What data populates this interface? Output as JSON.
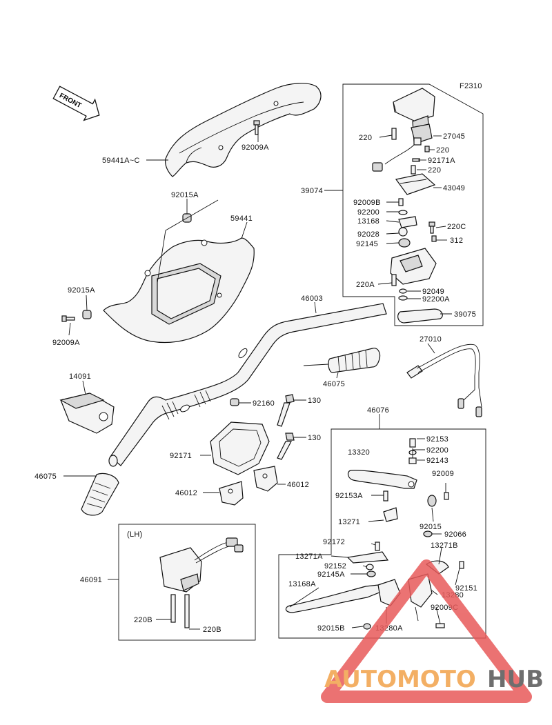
{
  "figure_code": "F2310",
  "front_label": "FRONT",
  "lh_label": "(LH)",
  "parts": [
    {
      "id": "p59441AC",
      "text": "59441A~C"
    },
    {
      "id": "p92009A_top",
      "text": "92009A"
    },
    {
      "id": "p92015A_mid",
      "text": "92015A"
    },
    {
      "id": "p59441",
      "text": "59441"
    },
    {
      "id": "p92015A_left",
      "text": "92015A"
    },
    {
      "id": "p92009A_left",
      "text": "92009A"
    },
    {
      "id": "p46003",
      "text": "46003"
    },
    {
      "id": "p39074",
      "text": "39074"
    },
    {
      "id": "p220_a",
      "text": "220"
    },
    {
      "id": "p27045",
      "text": "27045"
    },
    {
      "id": "p220_b",
      "text": "220"
    },
    {
      "id": "p92171A",
      "text": "92171A"
    },
    {
      "id": "p220_c",
      "text": "220"
    },
    {
      "id": "p43049",
      "text": "43049"
    },
    {
      "id": "p92009B",
      "text": "92009B"
    },
    {
      "id": "p92200",
      "text": "92200"
    },
    {
      "id": "p13168",
      "text": "13168"
    },
    {
      "id": "p220C",
      "text": "220C"
    },
    {
      "id": "p92028",
      "text": "92028"
    },
    {
      "id": "p312",
      "text": "312"
    },
    {
      "id": "p92145",
      "text": "92145"
    },
    {
      "id": "p220A",
      "text": "220A"
    },
    {
      "id": "p92049",
      "text": "92049"
    },
    {
      "id": "p92200A",
      "text": "92200A"
    },
    {
      "id": "p39075",
      "text": "39075"
    },
    {
      "id": "p27010",
      "text": "27010"
    },
    {
      "id": "p46075_r",
      "text": "46075"
    },
    {
      "id": "p14091",
      "text": "14091"
    },
    {
      "id": "p92160",
      "text": "92160"
    },
    {
      "id": "p130_a",
      "text": "130"
    },
    {
      "id": "p130_b",
      "text": "130"
    },
    {
      "id": "p46076",
      "text": "46076"
    },
    {
      "id": "p92171",
      "text": "92171"
    },
    {
      "id": "p46012_a",
      "text": "46012"
    },
    {
      "id": "p46012_b",
      "text": "46012"
    },
    {
      "id": "p46075_l",
      "text": "46075"
    },
    {
      "id": "p13320",
      "text": "13320"
    },
    {
      "id": "p92153",
      "text": "92153"
    },
    {
      "id": "p92200_b",
      "text": "92200"
    },
    {
      "id": "p92143",
      "text": "92143"
    },
    {
      "id": "p92009",
      "text": "92009"
    },
    {
      "id": "p92153A",
      "text": "92153A"
    },
    {
      "id": "p13271",
      "text": "13271"
    },
    {
      "id": "p92015",
      "text": "92015"
    },
    {
      "id": "p92066",
      "text": "92066"
    },
    {
      "id": "p92172",
      "text": "92172"
    },
    {
      "id": "p13271B",
      "text": "13271B"
    },
    {
      "id": "p13271A",
      "text": "13271A"
    },
    {
      "id": "p92152",
      "text": "92152"
    },
    {
      "id": "p92145A",
      "text": "92145A"
    },
    {
      "id": "p13168A",
      "text": "13168A"
    },
    {
      "id": "p92151",
      "text": "92151"
    },
    {
      "id": "p13280",
      "text": "13280"
    },
    {
      "id": "p92009C",
      "text": "92009C"
    },
    {
      "id": "p92015B",
      "text": "92015B"
    },
    {
      "id": "p13280A",
      "text": "13280A"
    },
    {
      "id": "p46091",
      "text": "46091"
    },
    {
      "id": "p220B_a",
      "text": "220B"
    },
    {
      "id": "p220B_b",
      "text": "220B"
    }
  ],
  "watermark": {
    "part1": "AUTOMOTO",
    "part2": "HUB",
    "color1": "#f2a24a",
    "color2": "#555555",
    "triangle_color": "#e85a5a"
  }
}
